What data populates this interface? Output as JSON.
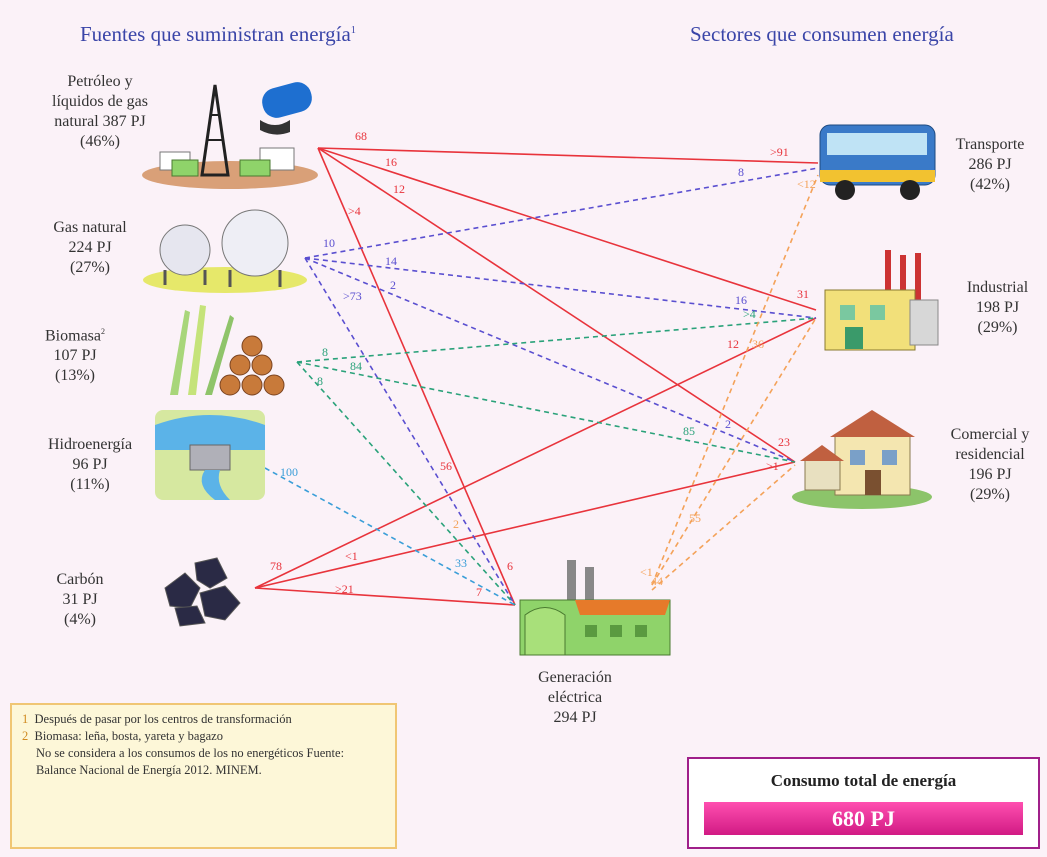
{
  "headers": {
    "sources": "Fuentes que suministran energía",
    "sources_sup": "1",
    "sectors": "Sectores que consumen energía"
  },
  "sources": [
    {
      "line1": "Petróleo y",
      "line2": "líquidos de gas",
      "line3": "natural 387 PJ",
      "line4": "(46%)"
    },
    {
      "line1": "Gas natural",
      "line2": "224 PJ",
      "line3": "(27%)"
    },
    {
      "line1": "Biomasa",
      "sup": "2",
      "line2": "107 PJ",
      "line3": "(13%)"
    },
    {
      "line1": "Hidroenergía",
      "line2": "96 PJ",
      "line3": "(11%)"
    },
    {
      "line1": "Carbón",
      "line2": "31 PJ",
      "line3": "(4%)"
    }
  ],
  "sectors": [
    {
      "line1": "Transporte",
      "line2": "286 PJ",
      "line3": "(42%)"
    },
    {
      "line1": "Industrial",
      "line2": "198 PJ",
      "line3": "(29%)"
    },
    {
      "line1": "Comercial y",
      "line2": "residencial",
      "line3": "196 PJ",
      "line4": "(29%)"
    }
  ],
  "generation": {
    "line1": "Generación",
    "line2": "eléctrica",
    "line3": "294 PJ"
  },
  "flow_labels": [
    {
      "id": "p68",
      "text": "68",
      "color": "#e8343c"
    },
    {
      "id": "p16",
      "text": "16",
      "color": "#e8343c"
    },
    {
      "id": "p12",
      "text": "12",
      "color": "#e8343c"
    },
    {
      "id": "p4",
      "text": ">4",
      "color": "#e8343c"
    },
    {
      "id": "p56",
      "text": "56",
      "color": "#e8343c"
    },
    {
      "id": "p91",
      "text": ">91",
      "color": "#e8343c"
    },
    {
      "id": "p31",
      "text": "31",
      "color": "#e8343c"
    },
    {
      "id": "p23",
      "text": "23",
      "color": "#e8343c"
    },
    {
      "id": "p6",
      "text": "6",
      "color": "#e8343c"
    },
    {
      "id": "p1r",
      "text": ">1",
      "color": "#e8343c"
    },
    {
      "id": "g10",
      "text": "10",
      "color": "#5a4fd0"
    },
    {
      "id": "g14",
      "text": "14",
      "color": "#5a4fd0"
    },
    {
      "id": "g2",
      "text": "2",
      "color": "#5a4fd0"
    },
    {
      "id": "g73",
      "text": ">73",
      "color": "#5a4fd0"
    },
    {
      "id": "g8",
      "text": "8",
      "color": "#5a4fd0"
    },
    {
      "id": "g16",
      "text": "16",
      "color": "#5a4fd0"
    },
    {
      "id": "g2b",
      "text": "2",
      "color": "#5a4fd0"
    },
    {
      "id": "b8a",
      "text": "8",
      "color": "#2aa27a"
    },
    {
      "id": "b84",
      "text": "84",
      "color": "#2aa27a"
    },
    {
      "id": "b8b",
      "text": "8",
      "color": "#2aa27a"
    },
    {
      "id": "b4",
      "text": ">4",
      "color": "#2aa27a"
    },
    {
      "id": "b85",
      "text": "85",
      "color": "#2aa27a"
    },
    {
      "id": "h100",
      "text": "100",
      "color": "#3a9ed8"
    },
    {
      "id": "h33",
      "text": "33",
      "color": "#3a9ed8"
    },
    {
      "id": "c78",
      "text": "78",
      "color": "#e8343c"
    },
    {
      "id": "c1",
      "text": "<1",
      "color": "#e8343c"
    },
    {
      "id": "c21",
      "text": ">21",
      "color": "#e8343c"
    },
    {
      "id": "c7",
      "text": "7",
      "color": "#e8343c"
    },
    {
      "id": "c12",
      "text": "12",
      "color": "#e8343c"
    },
    {
      "id": "e12",
      "text": "<12",
      "color": "#f4a259"
    },
    {
      "id": "e36",
      "text": "36",
      "color": "#f4a259"
    },
    {
      "id": "e55",
      "text": "55",
      "color": "#f4a259"
    },
    {
      "id": "e44",
      "text": "44",
      "color": "#f4a259"
    },
    {
      "id": "e1",
      "text": "<1",
      "color": "#f4a259"
    },
    {
      "id": "e2",
      "text": "2",
      "color": "#f4a259"
    }
  ],
  "notes": {
    "n1": "1",
    "t1": "Después de pasar por los centros de transformación",
    "n2": "2",
    "t2": "Biomasa: leña, bosta, yareta y bagazo",
    "t3": "No se considera a los consumos de los no energéticos Fuente: Balance Nacional de Energía 2012. MINEM."
  },
  "total": {
    "title": "Consumo total de energía",
    "value": "680 PJ"
  },
  "colors": {
    "petroleum": "#e8343c",
    "gas": "#5a4fd0",
    "biomass": "#2aa27a",
    "hydro": "#3a9ed8",
    "electric": "#f4a259",
    "header": "#3a45a8",
    "total_bar": "#e0268e"
  }
}
